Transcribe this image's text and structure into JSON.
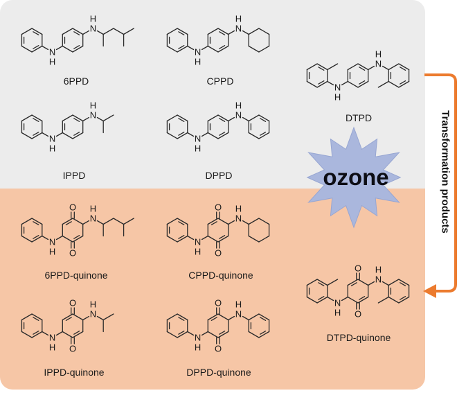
{
  "side_label": "Transformation products",
  "ozone_label": "ozone",
  "atoms": {
    "nitrogen": "N",
    "hydrogen": "H",
    "oxygen": "O"
  },
  "parent_compounds": [
    {
      "name": "6PPD"
    },
    {
      "name": "CPPD"
    },
    {
      "name": "DTPD"
    },
    {
      "name": "IPPD"
    },
    {
      "name": "DPPD"
    }
  ],
  "quinone_products": [
    {
      "name": "6PPD-quinone"
    },
    {
      "name": "CPPD-quinone"
    },
    {
      "name": "DTPD-quinone"
    },
    {
      "name": "IPPD-quinone"
    },
    {
      "name": "DPPD-quinone"
    }
  ],
  "colors": {
    "parent_panel": "#ececec",
    "product_panel": "#f6c6a6",
    "arrow": "#ec7b2e",
    "burst": "#aab7dd",
    "bond": "#2a2a2a"
  }
}
